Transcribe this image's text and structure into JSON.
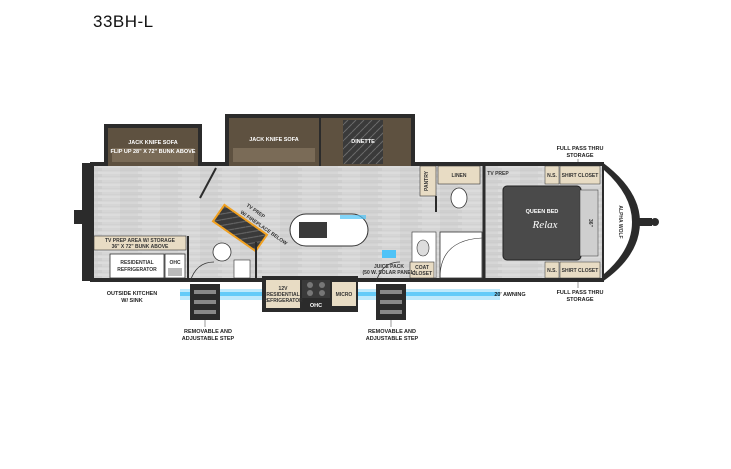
{
  "model": "33BH-L",
  "rooms": {
    "jack_knife_sofa_left_1": "JACK KNIFE SOFA",
    "jack_knife_sofa_left_2": "FLIP UP 28\" X 72\" BUNK ABOVE",
    "jack_knife_sofa_right": "JACK KNIFE SOFA",
    "dinette": "DINETTE",
    "pantry": "PANTRY",
    "linen": "LINEN",
    "tv_prep_top": "TV PREP",
    "shirt_closet_top": "SHIRT CLOSET",
    "shirt_closet_bottom": "SHIRT CLOSET",
    "nightstand": "N.S.",
    "queen_bed": "QUEEN BED",
    "relax": "Relax",
    "tv_prep_fireplace_1": "TV PREP",
    "tv_prep_fireplace_2": "W/ FIREPLACE BELOW",
    "tv_prep_area_1": "TV PREP AREA W/ STORAGE",
    "tv_prep_area_2": "36\" X 72\" BUNK ABOVE",
    "residential_refrigerator_1": "RESIDENTIAL",
    "residential_refrigerator_2": "REFRIGERATOR",
    "ohc_left": "OHC",
    "ohc_bottom": "OHC",
    "micro": "MICRO",
    "twelve_v_1": "12V",
    "twelve_v_2": "RESIDENTIAL",
    "twelve_v_3": "REFRIGERATOR",
    "juice_pack_1": "JUICE PACK",
    "juice_pack_2": "(50 W. SOLAR PANEL)",
    "coat_closet_1": "COAT",
    "coat_closet_2": "CLOSET",
    "brand_1": "ALPHA",
    "brand_2": "WOLF"
  },
  "callouts": {
    "full_pass_top_1": "FULL PASS THRU",
    "full_pass_top_2": "STORAGE",
    "full_pass_bottom_1": "FULL PASS THRU",
    "full_pass_bottom_2": "STORAGE",
    "outside_kitchen_1": "OUTSIDE KITCHEN",
    "outside_kitchen_2": "W/ SINK",
    "step_left_1": "REMOVABLE AND",
    "step_left_2": "ADJUSTABLE STEP",
    "step_right_1": "REMOVABLE AND",
    "step_right_2": "ADJUSTABLE STEP",
    "awning": "20' AWNING"
  },
  "colors": {
    "wall": "#2b2b2b",
    "floor": "#d9d9d9",
    "sofa": "#5e5140",
    "cabinet": "#e8dcc4",
    "bed": "#4a4a4a",
    "accent": "#4fc3f7"
  }
}
